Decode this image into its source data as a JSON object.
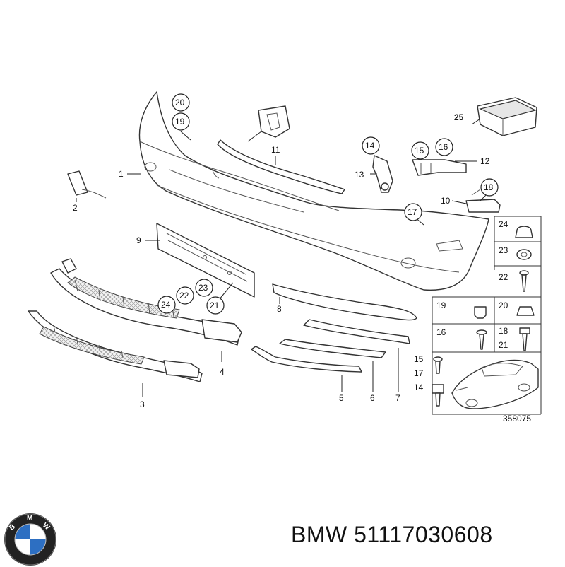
{
  "diagram": {
    "callouts": {
      "c1": "1",
      "c2": "2",
      "c3": "3",
      "c4": "4",
      "c5": "5",
      "c6": "6",
      "c7": "7",
      "c8": "8",
      "c9": "9",
      "c10": "10",
      "c11": "11",
      "c12": "12",
      "c13": "13",
      "c14": "14",
      "c15": "15",
      "c16": "16",
      "c17": "17",
      "c18": "18",
      "c19": "19",
      "c20": "20",
      "c21": "21",
      "c22": "22",
      "c23": "23",
      "c24": "24",
      "c25": "25"
    },
    "parts_table": {
      "r1": [
        "24"
      ],
      "r2": [
        "23"
      ],
      "r3": [
        "22"
      ],
      "r4": [
        "19",
        "20"
      ],
      "r5": [
        "16",
        "18",
        "21"
      ],
      "r6": [
        "15",
        "17",
        "14"
      ]
    },
    "figure_number": "358075"
  },
  "footer": {
    "brand": "BMW",
    "part_number": "51117030608",
    "logo_letters": "BMW"
  }
}
